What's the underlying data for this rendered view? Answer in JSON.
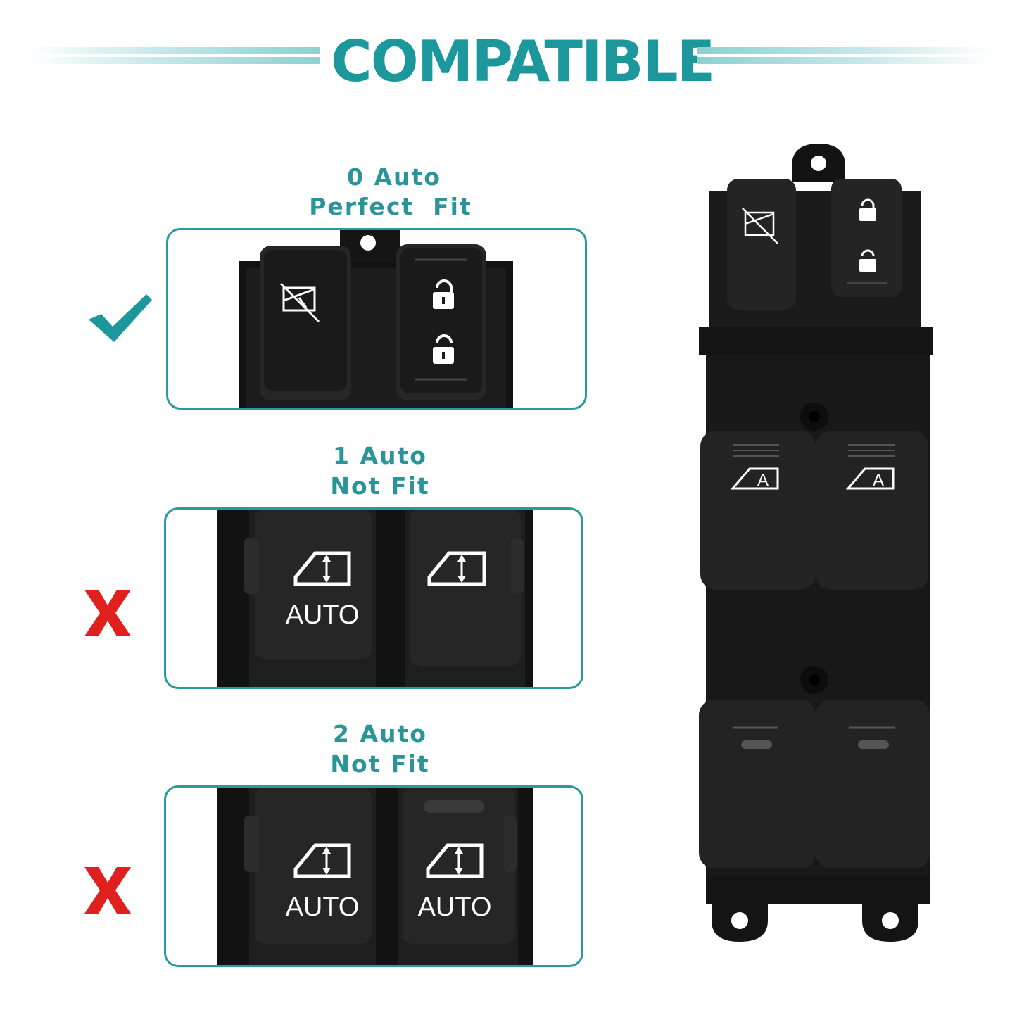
{
  "header": {
    "title": "COMPATIBLE"
  },
  "options": [
    {
      "line1": "0 Auto",
      "line2": "Perfect  Fit",
      "status": "fit",
      "status_icon": "check-icon"
    },
    {
      "line1": "1 Auto",
      "line2": "Not Fit",
      "status": "not-fit",
      "status_icon": "x-icon"
    },
    {
      "line1": "2 Auto",
      "line2": "Not Fit",
      "status": "not-fit",
      "status_icon": "x-icon"
    }
  ],
  "switch_text": {
    "auto": "AUTO",
    "auto_short": "A"
  },
  "colors": {
    "accent": "#1c979c",
    "border": "#2b9a9e",
    "cross": "#e0201c",
    "plastic": "#151515"
  }
}
